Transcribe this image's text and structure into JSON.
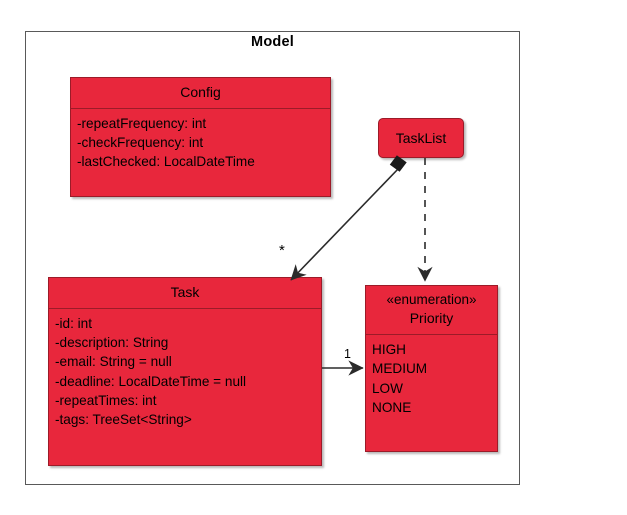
{
  "diagram": {
    "title": "Model",
    "accent_color": "#E8273C",
    "border_color": "#9c1b28",
    "frame_color": "#595959",
    "text_color": "#000000"
  },
  "classes": {
    "config": {
      "name": "Config",
      "attributes": [
        "-repeatFrequency: int",
        "-checkFrequency: int",
        "-lastChecked: LocalDateTime"
      ]
    },
    "task": {
      "name": "Task",
      "attributes": [
        "-id: int",
        "-description: String",
        "-email: String = null",
        "-deadline: LocalDateTime = null",
        "-repeatTimes: int",
        "-tags: TreeSet<String>"
      ]
    },
    "tasklist": {
      "name": "TaskList"
    },
    "priority": {
      "stereotype": "«enumeration»",
      "name": "Priority",
      "literals": [
        "HIGH",
        "MEDIUM",
        "LOW",
        "NONE"
      ]
    }
  },
  "relationships": {
    "tasklist_task": {
      "kind": "composition",
      "source": "TaskList",
      "target": "Task",
      "multiplicity": "*"
    },
    "task_priority": {
      "kind": "association",
      "source": "Task",
      "target": "Priority",
      "multiplicity": "1"
    },
    "tasklist_priority": {
      "kind": "dependency",
      "source": "TaskList",
      "target": "Priority",
      "multiplicity": ""
    }
  }
}
